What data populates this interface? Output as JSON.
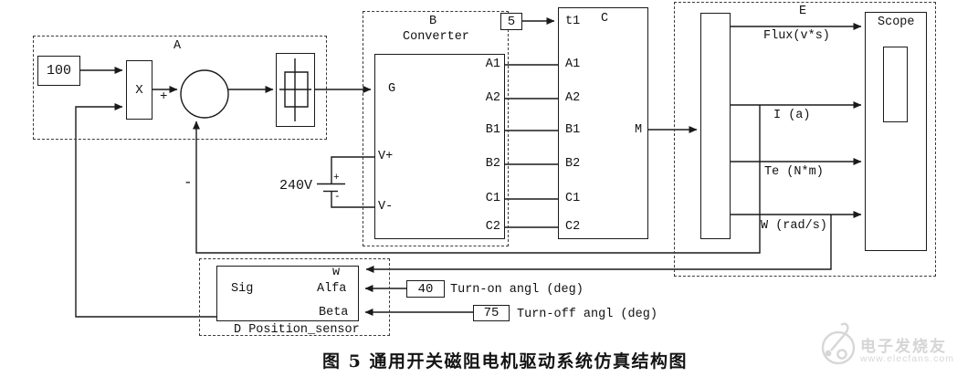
{
  "colors": {
    "ink": "#1a1a1a",
    "background": "#ffffff",
    "watermark": "#d6d6d6"
  },
  "blocks": {
    "a": {
      "title": "A",
      "constant_value": "100",
      "product_label": "X",
      "plus_sign": "+",
      "minus_sign": "-"
    },
    "battery": {
      "label": "240V",
      "plus": "+",
      "minus": "-"
    },
    "b": {
      "title": "B",
      "subtitle": "Converter",
      "port_g": "G",
      "port_vplus": "V+",
      "port_vminus": "V-",
      "out_ports": [
        "A1",
        "A2",
        "B1",
        "B2",
        "C1",
        "C2"
      ]
    },
    "c": {
      "title": "C",
      "t1_constant": "5",
      "port_t1": "t1",
      "in_ports": [
        "A1",
        "A2",
        "B1",
        "B2",
        "C1",
        "C2"
      ],
      "port_m": "M"
    },
    "e": {
      "title": "E",
      "scope_label": "Scope",
      "signal_labels": [
        "Flux(v*s)",
        "I (a)",
        "Te (N*m)",
        "W (rad/s)"
      ]
    },
    "d": {
      "caption": "D Position_sensor",
      "port_sig": "Sig",
      "port_w": "w",
      "port_alfa": "Alfa",
      "port_beta": "Beta"
    }
  },
  "angles": {
    "turn_on_value": "40",
    "turn_on_label": "Turn-on angl (deg)",
    "turn_off_value": "75",
    "turn_off_label": "Turn-off angl (deg)"
  },
  "caption": "图 5 通用开关磁阻电机驱动系统仿真结构图",
  "watermark": {
    "brand": "电子发烧友",
    "url": "www.elecfans.com"
  }
}
